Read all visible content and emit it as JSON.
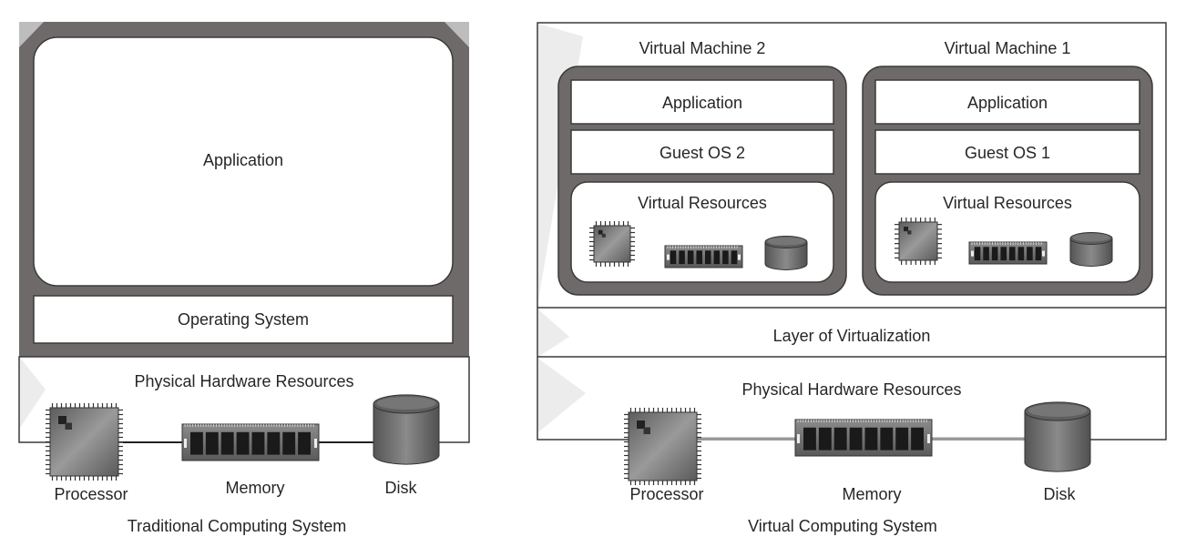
{
  "traditional": {
    "caption": "Traditional Computing System",
    "application": "Application",
    "os": "Operating System",
    "hardware": "Physical Hardware Resources",
    "processor": "Processor",
    "memory": "Memory",
    "disk": "Disk"
  },
  "virtual": {
    "caption": "Virtual Computing System",
    "vm2": {
      "title": "Virtual Machine 2",
      "application": "Application",
      "guest_os": "Guest OS 2",
      "resources": "Virtual Resources"
    },
    "vm1": {
      "title": "Virtual Machine 1",
      "application": "Application",
      "guest_os": "Guest OS 1",
      "resources": "Virtual Resources"
    },
    "layer": "Layer of Virtualization",
    "hardware": "Physical Hardware Resources",
    "processor": "Processor",
    "memory": "Memory",
    "disk": "Disk"
  },
  "colors": {
    "frame_dark": "#6e6a69",
    "frame_light": "#e9e9e9",
    "border": "#3a3a3a"
  }
}
